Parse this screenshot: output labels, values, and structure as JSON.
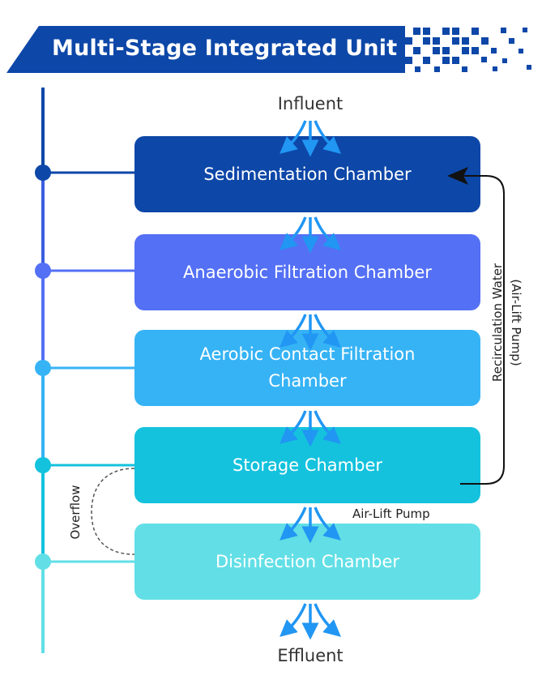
{
  "header": {
    "title": "Multi-Stage Integrated Unit"
  },
  "influent_label": "Influent",
  "effluent_label": "Effluent",
  "stages": [
    {
      "label": "Sedimentation Chamber",
      "color": "#0d47a8"
    },
    {
      "label": "Anaerobic Filtration Chamber",
      "color": "#5470f5"
    },
    {
      "label": "Aerobic Contact Filtration Chamber",
      "color": "#36b3f5"
    },
    {
      "label": "Storage Chamber",
      "color": "#14c2dd"
    },
    {
      "label": "Disinfection Chamber",
      "color": "#62dfe6"
    }
  ],
  "recirculation_label": "Recirculation Water",
  "recirculation_sub_label": "(Air-Lift Pump)",
  "overflow_label": "Overflow",
  "airlift_label": "Air-Lift Pump",
  "colors": {
    "banner": "#0d47a8",
    "arrow": "#2196f3",
    "accent": "#5470f5"
  }
}
